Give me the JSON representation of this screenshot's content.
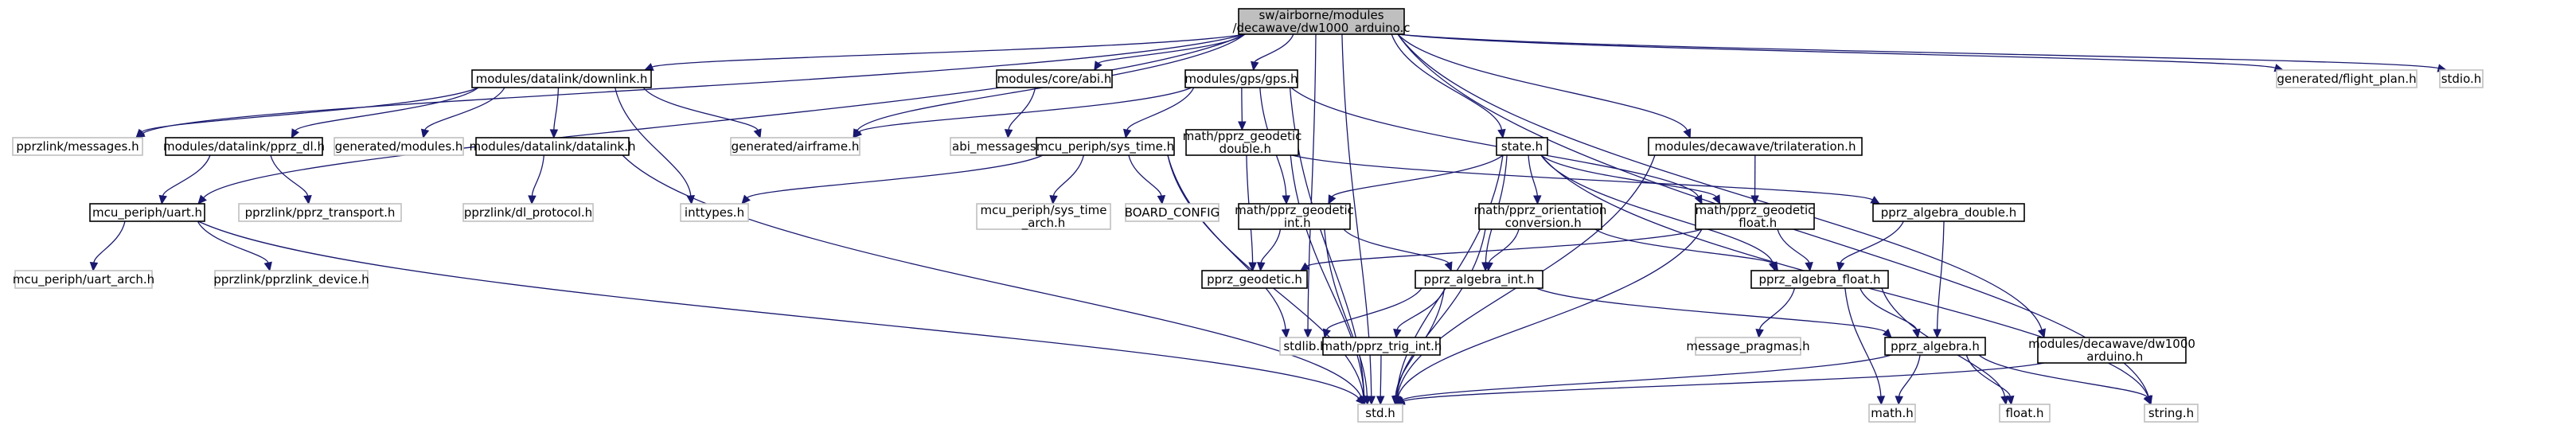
{
  "colors": {
    "edge": "#191970",
    "root_fill": "#bfbfbf",
    "external_border": "#bfbfbf",
    "internal_border": "#000000"
  },
  "nodes": [
    {
      "id": "root",
      "kind": "root",
      "lines": [
        "sw/airborne/modules",
        "/decawave/dw1000_arduino.c"
      ]
    },
    {
      "id": "downlink",
      "kind": "black",
      "lines": [
        "modules/datalink/downlink.h"
      ]
    },
    {
      "id": "abi",
      "kind": "black",
      "lines": [
        "modules/core/abi.h"
      ]
    },
    {
      "id": "gps",
      "kind": "black",
      "lines": [
        "modules/gps/gps.h"
      ]
    },
    {
      "id": "flight_plan",
      "kind": "grey",
      "lines": [
        "generated/flight_plan.h"
      ]
    },
    {
      "id": "stdio",
      "kind": "grey",
      "lines": [
        "stdio.h"
      ]
    },
    {
      "id": "messages",
      "kind": "grey",
      "lines": [
        "pprzlink/messages.h"
      ]
    },
    {
      "id": "pprz_dl",
      "kind": "black",
      "lines": [
        "modules/datalink/pprz_dl.h"
      ]
    },
    {
      "id": "gen_modules",
      "kind": "grey",
      "lines": [
        "generated/modules.h"
      ]
    },
    {
      "id": "datalink",
      "kind": "black",
      "lines": [
        "modules/datalink/datalink.h"
      ]
    },
    {
      "id": "airframe",
      "kind": "grey",
      "lines": [
        "generated/airframe.h"
      ]
    },
    {
      "id": "abi_messages",
      "kind": "grey",
      "lines": [
        "abi_messages.h"
      ]
    },
    {
      "id": "geodetic_double",
      "kind": "black",
      "lines": [
        "math/pprz_geodetic",
        "_double.h"
      ]
    },
    {
      "id": "state",
      "kind": "black",
      "lines": [
        "state.h"
      ]
    },
    {
      "id": "trilateration",
      "kind": "black",
      "lines": [
        "modules/decawave/trilateration.h"
      ]
    },
    {
      "id": "uart",
      "kind": "black",
      "lines": [
        "mcu_periph/uart.h"
      ]
    },
    {
      "id": "pprz_transport",
      "kind": "grey",
      "lines": [
        "pprzlink/pprz_transport.h"
      ]
    },
    {
      "id": "dl_protocol",
      "kind": "grey",
      "lines": [
        "pprzlink/dl_protocol.h"
      ]
    },
    {
      "id": "inttypes",
      "kind": "grey",
      "lines": [
        "inttypes.h"
      ]
    },
    {
      "id": "sys_time",
      "kind": "black",
      "lines": [
        "mcu_periph/sys_time.h"
      ]
    },
    {
      "id": "sys_time_arch",
      "kind": "grey",
      "lines": [
        "mcu_periph/sys_time",
        "_arch.h"
      ]
    },
    {
      "id": "board_config",
      "kind": "grey",
      "lines": [
        "BOARD_CONFIG"
      ]
    },
    {
      "id": "geodetic_int",
      "kind": "black",
      "lines": [
        "math/pprz_geodetic",
        "_int.h"
      ]
    },
    {
      "id": "orientation_conv",
      "kind": "black",
      "lines": [
        "math/pprz_orientation",
        "_conversion.h"
      ]
    },
    {
      "id": "geodetic_float",
      "kind": "black",
      "lines": [
        "math/pprz_geodetic",
        "_float.h"
      ]
    },
    {
      "id": "algebra_double",
      "kind": "black",
      "lines": [
        "pprz_algebra_double.h"
      ]
    },
    {
      "id": "uart_arch",
      "kind": "grey",
      "lines": [
        "mcu_periph/uart_arch.h"
      ]
    },
    {
      "id": "pprzlink_device",
      "kind": "grey",
      "lines": [
        "pprzlink/pprzlink_device.h"
      ]
    },
    {
      "id": "geodetic",
      "kind": "black",
      "lines": [
        "pprz_geodetic.h"
      ]
    },
    {
      "id": "algebra_int",
      "kind": "black",
      "lines": [
        "pprz_algebra_int.h"
      ]
    },
    {
      "id": "algebra_float",
      "kind": "black",
      "lines": [
        "pprz_algebra_float.h"
      ]
    },
    {
      "id": "stdlib",
      "kind": "grey",
      "lines": [
        "stdlib.h"
      ]
    },
    {
      "id": "trig_int",
      "kind": "black",
      "lines": [
        "math/pprz_trig_int.h"
      ]
    },
    {
      "id": "message_pragmas",
      "kind": "grey",
      "lines": [
        "message_pragmas.h"
      ]
    },
    {
      "id": "algebra",
      "kind": "black",
      "lines": [
        "pprz_algebra.h"
      ]
    },
    {
      "id": "dw1000_h",
      "kind": "black",
      "lines": [
        "modules/decawave/dw1000",
        "_arduino.h"
      ]
    },
    {
      "id": "std",
      "kind": "grey",
      "lines": [
        "std.h"
      ]
    },
    {
      "id": "math",
      "kind": "grey",
      "lines": [
        "math.h"
      ]
    },
    {
      "id": "float",
      "kind": "grey",
      "lines": [
        "float.h"
      ]
    },
    {
      "id": "string",
      "kind": "grey",
      "lines": [
        "string.h"
      ]
    }
  ],
  "edges": [
    [
      "root",
      "downlink"
    ],
    [
      "root",
      "abi"
    ],
    [
      "root",
      "gps"
    ],
    [
      "root",
      "flight_plan"
    ],
    [
      "root",
      "stdio"
    ],
    [
      "root",
      "messages"
    ],
    [
      "root",
      "uart"
    ],
    [
      "root",
      "airframe"
    ],
    [
      "root",
      "state"
    ],
    [
      "root",
      "trilateration"
    ],
    [
      "root",
      "dw1000_h"
    ],
    [
      "root",
      "std"
    ],
    [
      "root",
      "stdlib"
    ],
    [
      "root",
      "string"
    ],
    [
      "downlink",
      "messages"
    ],
    [
      "downlink",
      "pprz_dl"
    ],
    [
      "downlink",
      "gen_modules"
    ],
    [
      "downlink",
      "datalink"
    ],
    [
      "downlink",
      "airframe"
    ],
    [
      "downlink",
      "inttypes"
    ],
    [
      "abi",
      "abi_messages"
    ],
    [
      "gps",
      "airframe"
    ],
    [
      "gps",
      "sys_time"
    ],
    [
      "gps",
      "geodetic_double"
    ],
    [
      "gps",
      "geodetic_int"
    ],
    [
      "gps",
      "geodetic_float"
    ],
    [
      "gps",
      "std"
    ],
    [
      "pprz_dl",
      "uart"
    ],
    [
      "pprz_dl",
      "pprz_transport"
    ],
    [
      "datalink",
      "dl_protocol"
    ],
    [
      "datalink",
      "std"
    ],
    [
      "uart",
      "uart_arch"
    ],
    [
      "uart",
      "pprzlink_device"
    ],
    [
      "uart",
      "std"
    ],
    [
      "sys_time",
      "inttypes"
    ],
    [
      "sys_time",
      "sys_time_arch"
    ],
    [
      "sys_time",
      "board_config"
    ],
    [
      "sys_time",
      "std"
    ],
    [
      "sys_time",
      "stdlib"
    ],
    [
      "geodetic_double",
      "geodetic"
    ],
    [
      "geodetic_double",
      "algebra_double"
    ],
    [
      "geodetic_double",
      "std"
    ],
    [
      "state",
      "geodetic_int"
    ],
    [
      "state",
      "orientation_conv"
    ],
    [
      "state",
      "geodetic_float"
    ],
    [
      "state",
      "algebra_int"
    ],
    [
      "state",
      "algebra_float"
    ],
    [
      "state",
      "std"
    ],
    [
      "state",
      "string"
    ],
    [
      "trilateration",
      "geodetic_float"
    ],
    [
      "trilateration",
      "std"
    ],
    [
      "geodetic_int",
      "geodetic"
    ],
    [
      "geodetic_int",
      "algebra_int"
    ],
    [
      "geodetic_int",
      "std"
    ],
    [
      "orientation_conv",
      "algebra_int"
    ],
    [
      "orientation_conv",
      "algebra_float"
    ],
    [
      "orientation_conv",
      "std"
    ],
    [
      "geodetic_float",
      "geodetic"
    ],
    [
      "geodetic_float",
      "algebra_float"
    ],
    [
      "geodetic_float",
      "std"
    ],
    [
      "algebra_double",
      "algebra_float"
    ],
    [
      "algebra_double",
      "algebra"
    ],
    [
      "algebra_int",
      "stdlib"
    ],
    [
      "algebra_int",
      "trig_int"
    ],
    [
      "algebra_int",
      "std"
    ],
    [
      "algebra_int",
      "algebra"
    ],
    [
      "algebra_float",
      "message_pragmas"
    ],
    [
      "algebra_float",
      "algebra"
    ],
    [
      "algebra_float",
      "math"
    ],
    [
      "algebra_float",
      "float"
    ],
    [
      "trig_int",
      "std"
    ],
    [
      "algebra",
      "std"
    ],
    [
      "algebra",
      "math"
    ],
    [
      "algebra",
      "float"
    ],
    [
      "algebra",
      "string"
    ],
    [
      "dw1000_h",
      "std"
    ]
  ]
}
